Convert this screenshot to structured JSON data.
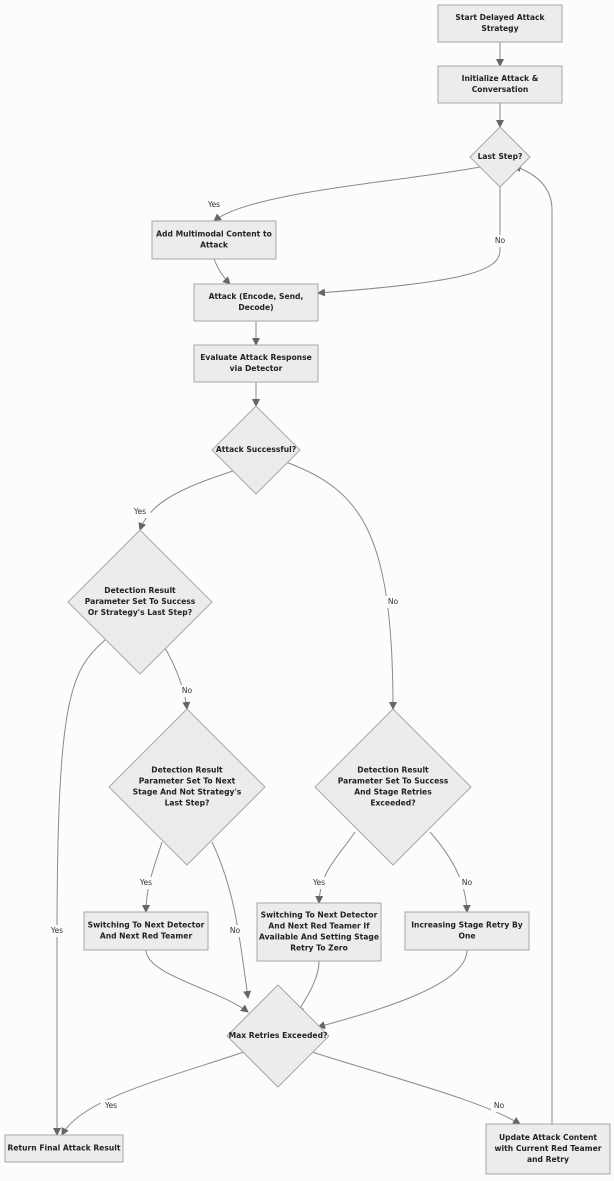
{
  "nodes": {
    "start": [
      "Start Delayed Attack",
      "Strategy"
    ],
    "init": [
      "Initialize Attack &",
      "Conversation"
    ],
    "last_step": [
      "Last Step?"
    ],
    "add_multimodal": [
      "Add Multimodal Content to",
      "Attack"
    ],
    "attack": [
      "Attack (Encode, Send,",
      "Decode)"
    ],
    "evaluate": [
      "Evaluate Attack Response",
      "via Detector"
    ],
    "attack_successful": [
      "Attack Successful?"
    ],
    "detection_success_or_last": [
      "Detection Result",
      "Parameter Set To Success",
      "Or Strategy's Last Step?"
    ],
    "detection_next_stage": [
      "Detection Result",
      "Parameter Set To Next",
      "Stage And Not Strategy's",
      "Last Step?"
    ],
    "detection_success_retries": [
      "Detection Result",
      "Parameter Set To Success",
      "And Stage Retries",
      "Exceeded?"
    ],
    "switch_detector": [
      "Switching To Next Detector",
      "And Next Red Teamer"
    ],
    "switch_detector_zero": [
      "Switching To Next Detector",
      "And Next Red Teamer If",
      "Available And Setting Stage",
      "Retry To Zero"
    ],
    "increase_retry": [
      "Increasing Stage Retry By",
      "One"
    ],
    "max_retries": [
      "Max Retries Exceeded?"
    ],
    "return_result": [
      "Return Final Attack Result"
    ],
    "update_content": [
      "Update Attack Content",
      "with Current Red Teamer",
      "and Retry"
    ]
  },
  "edge_labels": {
    "last_yes": "Yes",
    "last_no": "No",
    "success_yes": "Yes",
    "success_no": "No",
    "dso_no": "No",
    "dso_yes": "Yes",
    "dns_yes": "Yes",
    "dns_no": "No",
    "dsr_yes": "Yes",
    "dsr_no": "No",
    "max_yes": "Yes",
    "max_no": "No"
  }
}
